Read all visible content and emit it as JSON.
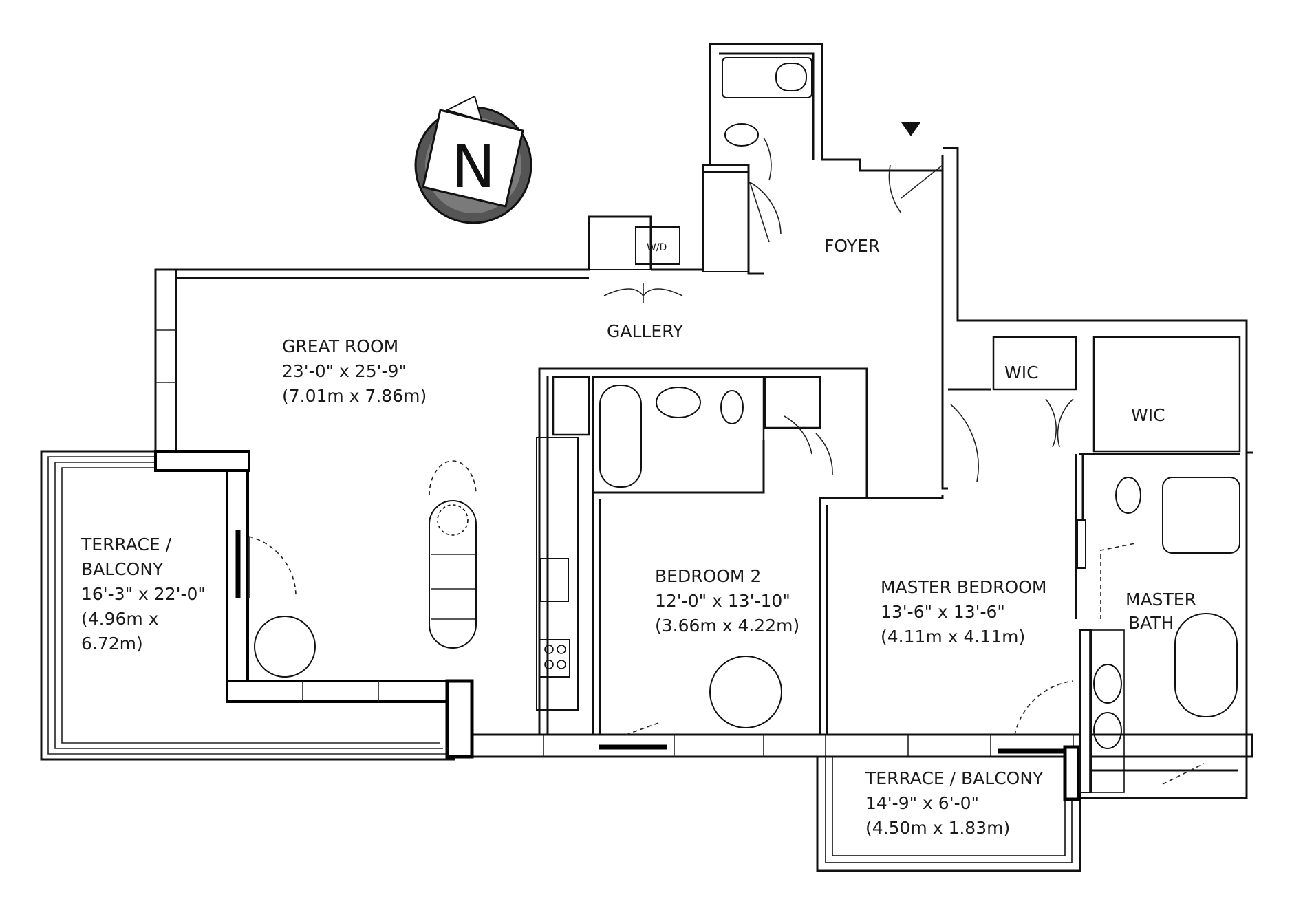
{
  "compass": {
    "letter": "N",
    "icon": "north-compass-icon"
  },
  "rooms": {
    "great_room": {
      "name": "GREAT ROOM",
      "dims_imperial": "23'-0\" x 25'-9\"",
      "dims_metric": "(7.01m x 7.86m)"
    },
    "terrace_west": {
      "name_line1": "TERRACE /",
      "name_line2": "BALCONY",
      "dims_imperial": "16'-3\" x 22'-0\"",
      "dims_metric_line1": "(4.96m x",
      "dims_metric_line2": "6.72m)"
    },
    "bedroom_2": {
      "name": "BEDROOM 2",
      "dims_imperial": "12'-0\" x 13'-10\"",
      "dims_metric": "(3.66m x 4.22m)"
    },
    "master_bedroom": {
      "name": "MASTER BEDROOM",
      "dims_imperial": "13'-6\" x 13'-6\"",
      "dims_metric": "(4.11m x 4.11m)"
    },
    "master_bath": {
      "name_line1": "MASTER",
      "name_line2": "BATH"
    },
    "terrace_south": {
      "name": "TERRACE / BALCONY",
      "dims_imperial": "14'-9\" x 6'-0\"",
      "dims_metric": "(4.50m x 1.83m)"
    },
    "foyer": {
      "name": "FOYER"
    },
    "gallery": {
      "name": "GALLERY"
    },
    "wic_1": {
      "name": "WIC"
    },
    "wic_2": {
      "name": "WIC"
    },
    "washer_dryer": {
      "name": "W/D"
    }
  }
}
